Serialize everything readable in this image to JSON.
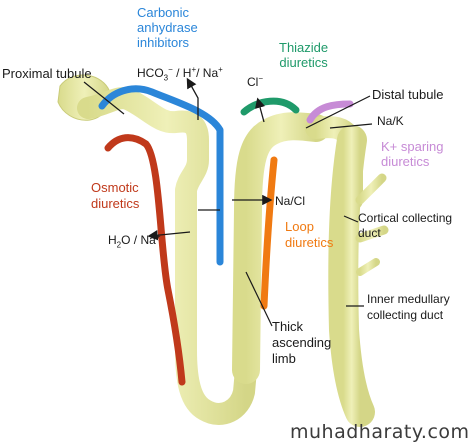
{
  "labels": {
    "carbonic": [
      "Carbonic",
      "anhydrase",
      "inhibitors"
    ],
    "proximal_tubule": "Proximal tubule",
    "ion_hco3": "HCO",
    "ion_hco3_sub": "3",
    "ion_hco3_sup": "−",
    "ion_h_na": " / H",
    "ion_h_sup": "+",
    "ion_na": "/ Na",
    "ion_na_sup": "+",
    "chloride": "Cl",
    "chloride_sup": "−",
    "thiazide": [
      "Thiazide",
      "diuretics"
    ],
    "distal_tubule": "Distal tubule",
    "na_k": "Na/K",
    "k_sparing": [
      "K+ sparing",
      "diuretics"
    ],
    "osmotic": [
      "Osmotic",
      "diuretics"
    ],
    "na_cl": "Na/Cl",
    "loop": [
      "Loop",
      "diuretics"
    ],
    "cortical": [
      "Cortical collecting",
      "duct"
    ],
    "water_h2o_h": "H",
    "water_h2o_sub": "2",
    "water_h2o_o": "O / Na",
    "water_sup": "+",
    "thick_ascending": [
      "Thick",
      "ascending",
      "limb"
    ],
    "inner_medullary": [
      "Inner medullary",
      "collecting duct"
    ]
  },
  "watermark": "muhadharaty.com",
  "colors": {
    "tubule_fill": "#e7e8a4",
    "tubule_edge": "#c9cb78",
    "carbonic_blue": "#2b86d9",
    "thiazide_green": "#1f9a6a",
    "osmotic_red": "#c0391b",
    "loop_orange": "#f07a12",
    "k_sparing_violet": "#c78bd6"
  }
}
